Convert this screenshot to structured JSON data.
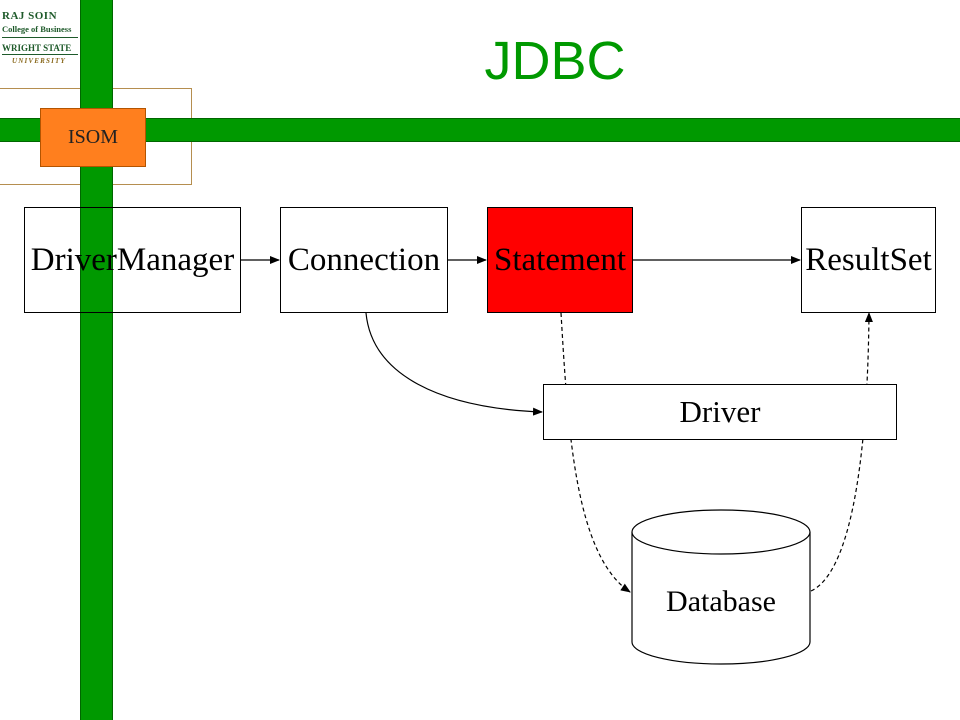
{
  "slide": {
    "title": "JDBC",
    "badge": "ISOM"
  },
  "logo": {
    "line1": "RAJ SOIN",
    "line2": "College of Business",
    "line3": "WRIGHT STATE",
    "line4": "UNIVERSITY"
  },
  "diagram": {
    "nodes": {
      "driver_manager": "DriverManager",
      "connection": "Connection",
      "statement": "Statement",
      "result_set": "ResultSet",
      "driver": "Driver",
      "database": "Database"
    },
    "colors": {
      "frame_green": "#009900",
      "badge_orange": "#ff7f1e",
      "statement_fill": "#ff0000",
      "title_green": "#009900"
    }
  }
}
